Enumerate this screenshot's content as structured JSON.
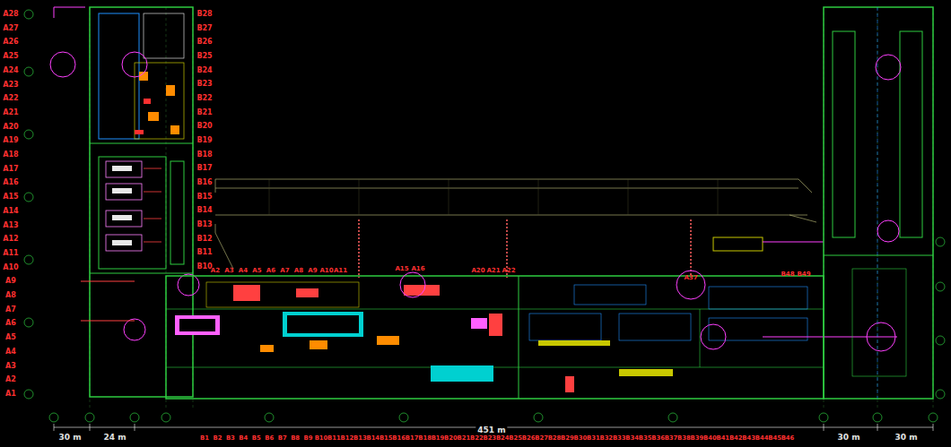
{
  "diagram": {
    "labels": [
      "A28",
      "A27",
      "A26",
      "A25",
      "A24",
      "A23",
      "A22",
      "A21",
      "A20",
      "A19",
      "A18",
      "A17",
      "A16",
      "A15",
      "A14",
      "A13",
      "A12",
      "A11",
      "A10",
      "A9",
      "A8",
      "A7",
      "A6",
      "A5",
      "A4",
      "A3",
      "A2",
      "A1",
      "B28",
      "B27",
      "B26",
      "B25",
      "B24",
      "B23",
      "B22",
      "B21",
      "B20",
      "B19",
      "B18",
      "B17",
      "B16",
      "B15",
      "B14",
      "B13",
      "B12",
      "B11",
      "B10",
      "B1",
      "B2",
      "B3",
      "B4",
      "B5",
      "B6",
      "B7",
      "B8",
      "B9",
      "B10",
      "B11",
      "B12",
      "B13",
      "B14",
      "B15",
      "B16",
      "B17",
      "B18",
      "B19",
      "B20",
      "B21",
      "B22",
      "B23",
      "B24",
      "B25",
      "B26",
      "B27",
      "B28",
      "B29",
      "B30",
      "B31",
      "B32",
      "B33",
      "B34",
      "B35",
      "B36",
      "B37",
      "B38",
      "B39",
      "B40",
      "B41",
      "B42",
      "B43",
      "B44",
      "B45",
      "B46",
      "A2",
      "A3",
      "A4",
      "A5",
      "A6",
      "A7",
      "A8",
      "A9",
      "A10",
      "A11",
      "A15",
      "A16",
      "A20",
      "A21",
      "A22",
      "A37",
      "B48",
      "B49",
      "30 m",
      "24 m",
      "451 m",
      "30 m",
      "30 m"
    ]
  }
}
